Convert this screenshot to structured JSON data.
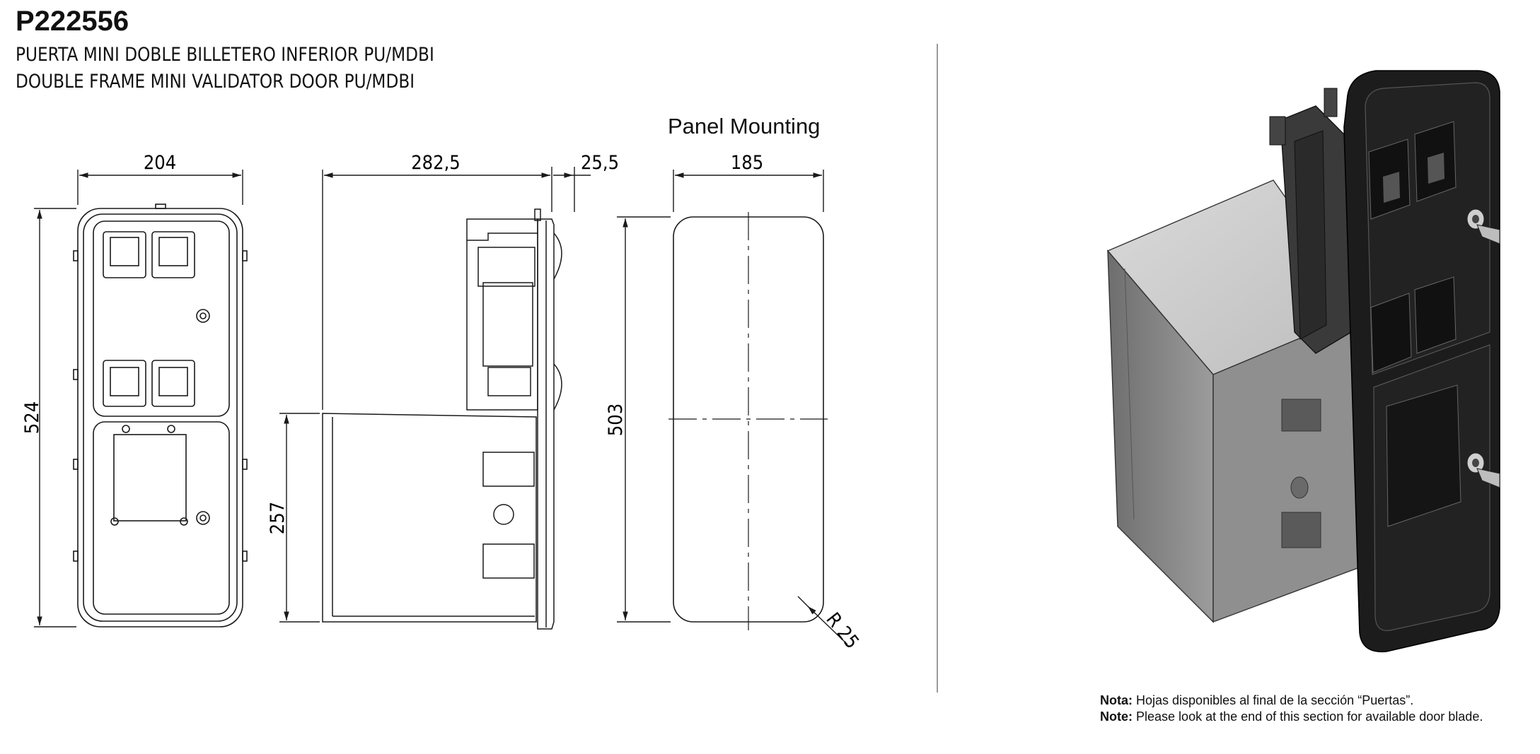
{
  "header": {
    "code": "P222556",
    "title_es": "PUERTA MINI DOBLE BILLETERO INFERIOR PU/MDBI",
    "title_en": "DOUBLE FRAME MINI VALIDATOR DOOR PU/MDBI"
  },
  "panel_mounting_label": "Panel Mounting",
  "dimensions": {
    "front_width": "204",
    "front_height": "524",
    "side_depth": "282,5",
    "side_flange": "25,5",
    "side_box_height": "257",
    "cutout_width": "185",
    "cutout_height": "503",
    "cutout_radius": "R 25"
  },
  "notes": {
    "es_label": "Nota:",
    "es_text": "Hojas disponibles al final de la sección “Puertas”.",
    "en_label": "Note:",
    "en_text": "Please look at the end of this section for available door blade."
  },
  "colors": {
    "line": "#1a1a1a",
    "door_black": "#1c1c1c",
    "box_grey": "#8d8d8d",
    "box_light": "#d4d4d4",
    "divider": "#9a9a9a"
  }
}
